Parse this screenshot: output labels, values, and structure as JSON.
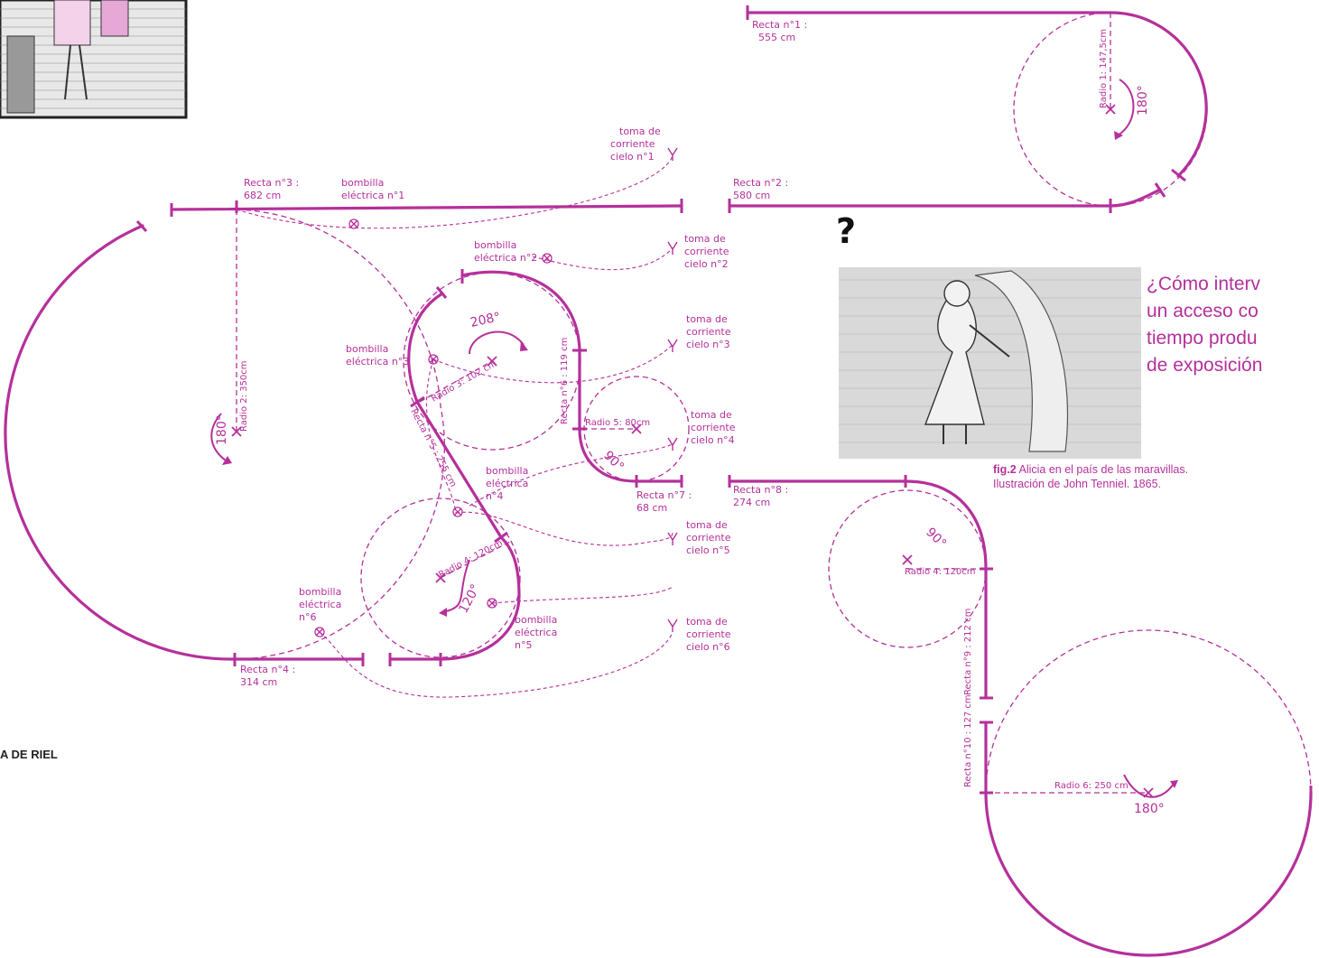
{
  "labels": {
    "recta1": [
      "Recta n°1 :",
      "555 cm"
    ],
    "recta2": [
      "Recta n°2 :",
      "580 cm"
    ],
    "recta3": [
      "Recta n°3 :",
      "682 cm"
    ],
    "recta4": [
      "Recta n°4 :",
      "314 cm"
    ],
    "recta5": "Recta n°5 : 255 cm",
    "recta6": "Recta n°6 : 119 cm",
    "recta7": [
      "Recta n°7 :",
      "68 cm"
    ],
    "recta8": [
      "Recta n°8 :",
      "274 cm"
    ],
    "recta9": "Recta n°9 : 212 cm",
    "recta10": "Recta n°10 : 127 cm",
    "radio1": "Radio 1: 147,5cm",
    "radio2": "Radio 2: 350cm",
    "radio3": "Radio 3: 102 cm",
    "radio4a": "Radio 4: 120cm",
    "radio4b": "Radio 4: 120cm",
    "radio5": "Radio 5: 80cm",
    "radio6": "Radio 6: 250 cm",
    "ang180a": "180°",
    "ang180b": "180°",
    "ang180c": "180°",
    "ang208": "208°",
    "ang120": "120°",
    "ang90a": "90°",
    "ang90b": "90°",
    "bombilla1": [
      "bombilla",
      "eléctrica n°1"
    ],
    "bombilla2": [
      "bombilla",
      "eléctrica n°2"
    ],
    "bombilla3": [
      "bombilla",
      "eléctrica n°3"
    ],
    "bombilla4": [
      "bombilla",
      "eléctrica",
      "n°4"
    ],
    "bombilla5": [
      "bombilla",
      "eléctrica",
      "n°5"
    ],
    "bombilla6": [
      "bombilla",
      "eléctrica",
      "n°6"
    ],
    "toma1": [
      "toma de",
      "corriente",
      "cielo n°1"
    ],
    "toma2": [
      "toma de",
      "corriente",
      "cielo n°2"
    ],
    "toma3": [
      "toma de",
      "corriente",
      "cielo n°3"
    ],
    "toma4": [
      "toma de",
      "corriente",
      "cielo n°4"
    ],
    "toma5": [
      "toma de",
      "corriente",
      "cielo n°5"
    ],
    "toma6": [
      "toma de",
      "corriente",
      "cielo n°6"
    ]
  },
  "question": [
    "¿Cómo interv",
    "un acceso co",
    "tiempo produ",
    "de exposición"
  ],
  "caption": {
    "fig": "fig.2",
    "line1": " Alicia en el país de las maravillas.",
    "line2": "Ilustración de John Tenniel. 1865."
  },
  "left_label": "A DE RIEL",
  "qmark": "?",
  "colors": {
    "accent": "#b5309b",
    "illustration_bg": "#d9d9d9"
  }
}
